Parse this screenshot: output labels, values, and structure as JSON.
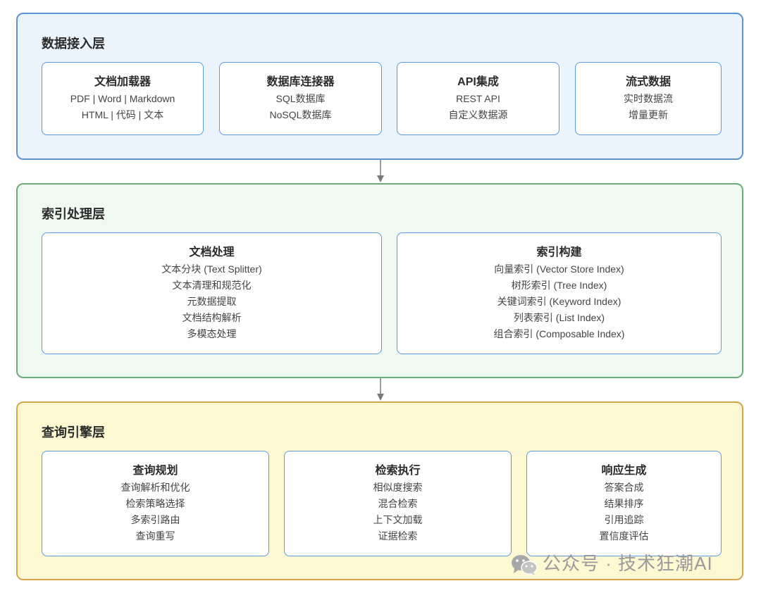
{
  "layers": [
    {
      "title": "数据接入层",
      "cards": [
        {
          "title": "文档加载器",
          "lines": [
            "PDF | Word | Markdown",
            "HTML | 代码 | 文本"
          ]
        },
        {
          "title": "数据库连接器",
          "lines": [
            "SQL数据库",
            "NoSQL数据库"
          ]
        },
        {
          "title": "API集成",
          "lines": [
            "REST API",
            "自定义数据源"
          ]
        },
        {
          "title": "流式数据",
          "lines": [
            "实时数据流",
            "增量更新"
          ]
        }
      ]
    },
    {
      "title": "索引处理层",
      "cards": [
        {
          "title": "文档处理",
          "lines": [
            "文本分块 (Text Splitter)",
            "文本清理和规范化",
            "元数据提取",
            "文档结构解析",
            "多模态处理"
          ]
        },
        {
          "title": "索引构建",
          "lines": [
            "向量索引 (Vector Store Index)",
            "树形索引 (Tree Index)",
            "关键词索引 (Keyword Index)",
            "列表索引 (List Index)",
            "组合索引 (Composable Index)"
          ]
        }
      ]
    },
    {
      "title": "查询引擎层",
      "cards": [
        {
          "title": "查询规划",
          "lines": [
            "查询解析和优化",
            "检索策略选择",
            "多索引路由",
            "查询重写"
          ]
        },
        {
          "title": "检索执行",
          "lines": [
            "相似度搜索",
            "混合检索",
            "上下文加载",
            "证据检索"
          ]
        },
        {
          "title": "响应生成",
          "lines": [
            "答案合成",
            "结果排序",
            "引用追踪",
            "置信度评估"
          ]
        }
      ]
    }
  ],
  "watermark": {
    "text": "公众号 · 技术狂潮AI",
    "icon": "wechat-icon"
  },
  "colors": {
    "layer1_bg": "#eaf4fd",
    "layer1_border": "#5b93d3",
    "layer2_bg": "#eefaf1",
    "layer2_border": "#6aaa78",
    "layer3_bg": "#fdf8d2",
    "layer3_border": "#d4a54a",
    "card_border": "#5a9be3",
    "arrow": "#7a7a7a"
  }
}
